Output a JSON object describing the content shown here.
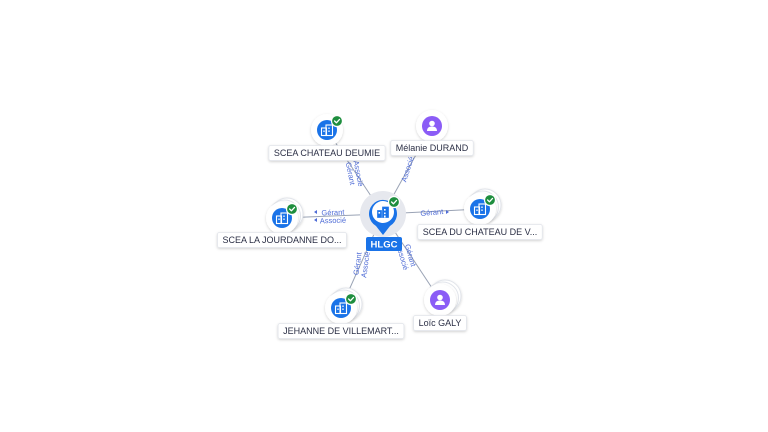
{
  "center": {
    "label": "HLGC",
    "type": "company",
    "verified": true
  },
  "nodes": [
    {
      "label": "SCEA CHATEAU DEUMIE",
      "type": "company",
      "verified": true,
      "stacked": false,
      "relations": [
        "Gérant",
        "Associé"
      ]
    },
    {
      "label": "Mélanie DURAND",
      "type": "person",
      "verified": false,
      "stacked": false,
      "relations": [
        "Associé"
      ]
    },
    {
      "label": "SCEA DU CHATEAU DE V...",
      "type": "company",
      "verified": true,
      "stacked": true,
      "relations": [
        "Gérant"
      ]
    },
    {
      "label": "Loïc GALY",
      "type": "person",
      "verified": false,
      "stacked": true,
      "relations": [
        "Gérant",
        "Associé"
      ]
    },
    {
      "label": "JEHANNE DE VILLEMART...",
      "type": "company",
      "verified": true,
      "stacked": true,
      "relations": [
        "Gérant",
        "Associé"
      ]
    },
    {
      "label": "SCEA LA JOURDANNE DO...",
      "type": "company",
      "verified": true,
      "stacked": true,
      "relations": [
        "Gérant",
        "Associé"
      ]
    }
  ],
  "colors": {
    "company_icon": "#1a73e8",
    "person_icon": "#8b5cf6",
    "verified_badge": "#1e8e3e",
    "edge": "#9aa3b5",
    "edge_label": "#4e6bd6",
    "label_text": "#2b2f45"
  },
  "icons": {
    "company": "building-icon",
    "person": "person-icon",
    "verified": "check-badge-icon"
  }
}
